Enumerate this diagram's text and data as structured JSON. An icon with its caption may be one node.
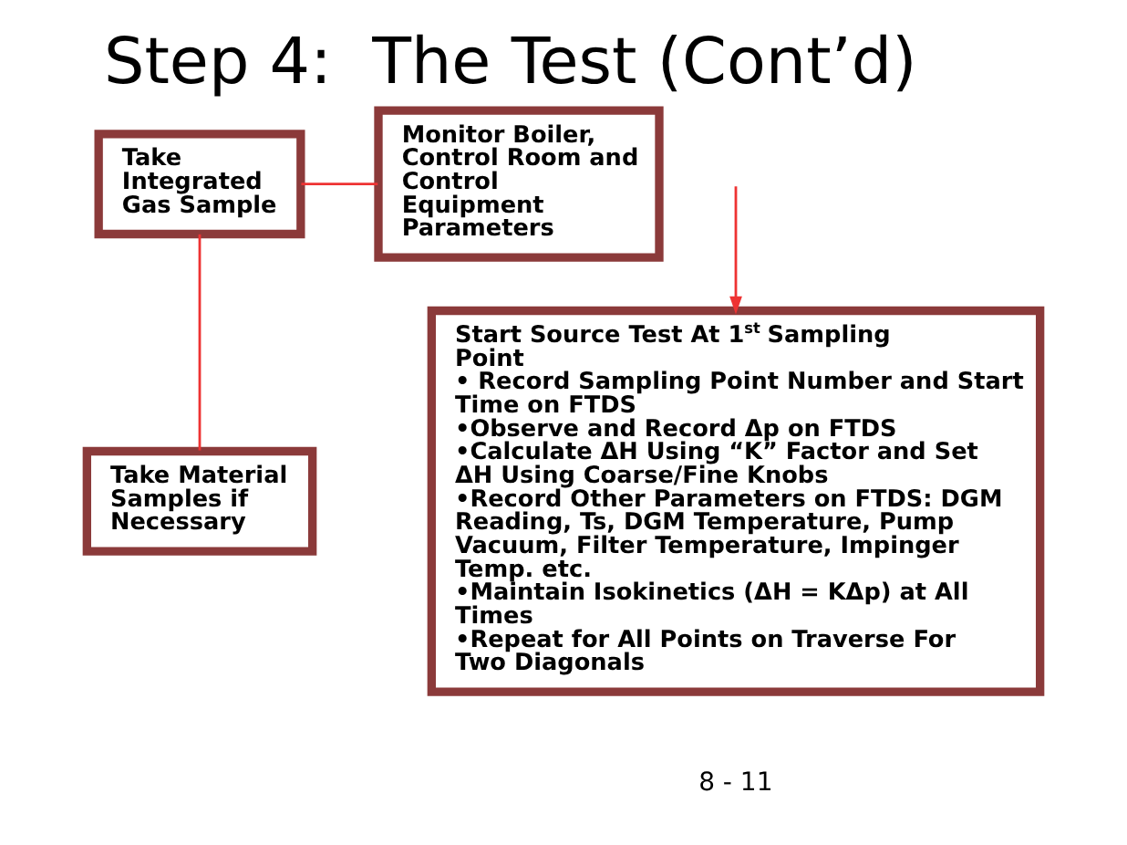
{
  "diagram": {
    "title": "Step 4:  The Test (Cont’d)",
    "nodes": [
      {
        "text": [
          "Take Integrated Gas Sample"
        ]
      },
      {
        "text": [
          "Start Source Test At 1$^{st}$ Sampling Point",
          "• Record Sampling Point Number and Start Time on FTDS",
          "•Observe and Record Δp on FTDS",
          "•Calculate ΔH Using “K” Factor and Set ΔH Using Coarse/Fine Knobs",
          "•Record Other Parameters on FTDS: DGM Reading, Ts, DGM Temperature, Pump Vacuum, Filter Temperature, Impinger Temp. etc.",
          "•Maintain Isokinetics (ΔH = KΔp) at All Times",
          "•Repeat for All Points on Traverse For Two Diagonals"
        ]
      },
      {
        "text": [
          "Monitor Boiler, Control Room and Control Equipment Parameters"
        ]
      },
      {
        "text": [
          "Take Material Samples if Necessary"
        ]
      }
    ],
    "edges": [
      {
        "from": 0,
        "to": 2,
        "arrow": "none"
      },
      {
        "from": null,
        "to": 1,
        "arrow": "to"
      },
      {
        "from": 0,
        "to": 3,
        "arrow": "none"
      }
    ],
    "labels": [
      "8 - 11"
    ]
  }
}
